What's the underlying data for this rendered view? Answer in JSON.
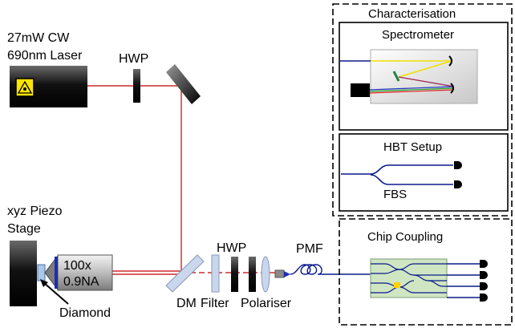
{
  "labels": {
    "laser_line1": "27mW CW",
    "laser_line2": "690nm Laser",
    "hwp_top": "HWP",
    "hwp_bottom": "HWP",
    "stage_line1": "xyz Piezo",
    "stage_line2": "Stage",
    "objective_line1": "100x",
    "objective_line2": "0.9NA",
    "diamond": "Diamond",
    "dm": "DM",
    "filter": "Filter",
    "polariser": "Polariser",
    "pmf": "PMF",
    "fbs": "FBS"
  },
  "panels": {
    "characterisation": "Characterisation",
    "spectrometer": "Spectrometer",
    "hbt": "HBT Setup",
    "chip_coupling": "Chip Coupling"
  },
  "colors": {
    "laser_beam": "#c00000",
    "fiber": "#0a1a8c",
    "laser_warning": "#ffe600",
    "chip_green": "#cfe6c2",
    "chip_dot": "#ffd200"
  }
}
